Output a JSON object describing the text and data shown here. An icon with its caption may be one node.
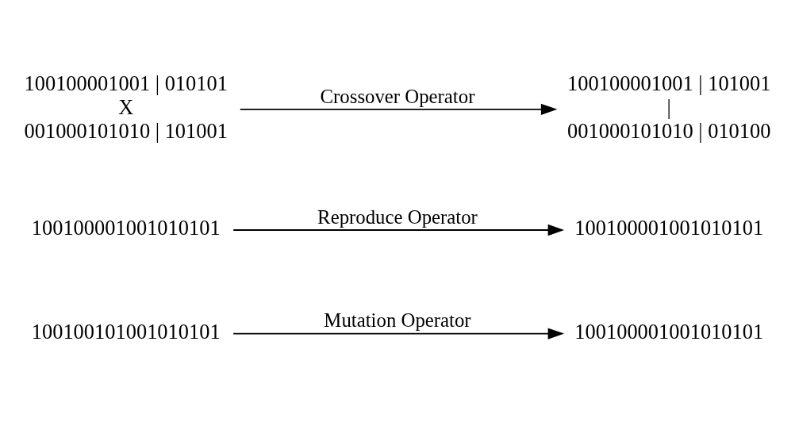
{
  "diagram": {
    "nodes": [
      {
        "text": [
          "100100101001010101"
        ]
      },
      {
        "text": [
          "100100001001010101"
        ]
      },
      {
        "text": [
          "100100001001010101"
        ]
      },
      {
        "text": [
          "100100001001010101"
        ]
      },
      {
        "text": [
          "100100001001 | 010101",
          "X",
          "001000101010 | 101001"
        ]
      },
      {
        "text": [
          "100100001001 | 101001",
          "|",
          "001000101010 | 010100"
        ]
      }
    ],
    "edges": [
      {
        "from": 0,
        "to": 1,
        "arrow": "to",
        "label": "Mutation Operator"
      },
      {
        "from": 2,
        "to": 3,
        "arrow": "to",
        "label": "Reproduce Operator"
      },
      {
        "from": 4,
        "to": 5,
        "arrow": "to",
        "label": "Crossover Operator"
      }
    ]
  }
}
